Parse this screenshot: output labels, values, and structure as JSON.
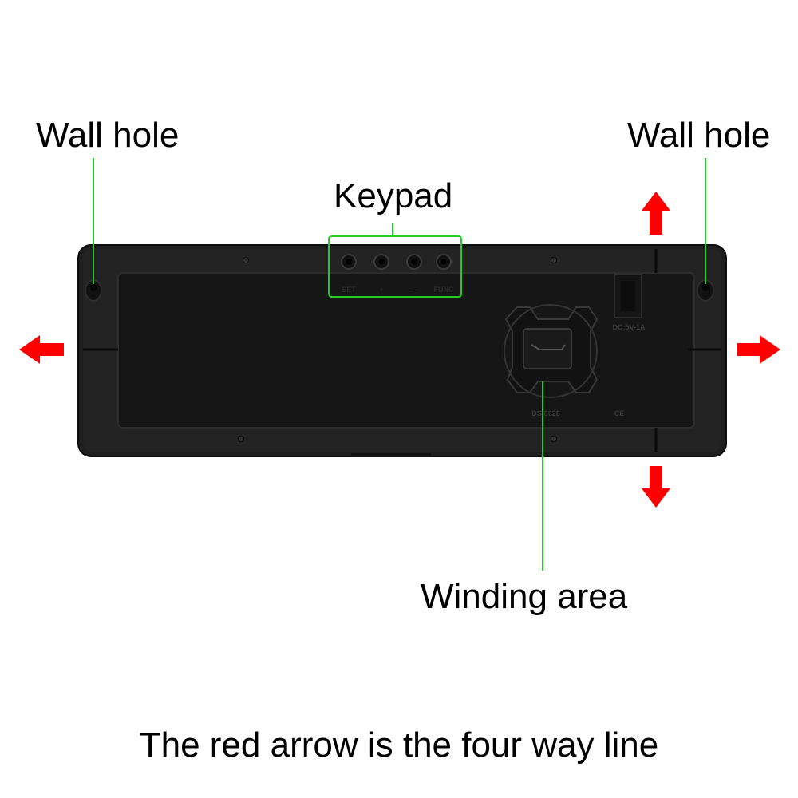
{
  "labels": {
    "wall_hole_left": "Wall hole",
    "wall_hole_right": "Wall hole",
    "keypad": "Keypad",
    "winding_area": "Winding area"
  },
  "caption": "The red arrow is the four way line",
  "keypad_buttons": [
    "SET",
    "+",
    "—",
    "FUNC"
  ],
  "embossed": {
    "power": "DC:5V-1A",
    "model": "DS-6626",
    "ce": "CE"
  },
  "colors": {
    "annotation": "#22cc22",
    "arrow": "#ff0000",
    "device": "#1c1c1c"
  }
}
